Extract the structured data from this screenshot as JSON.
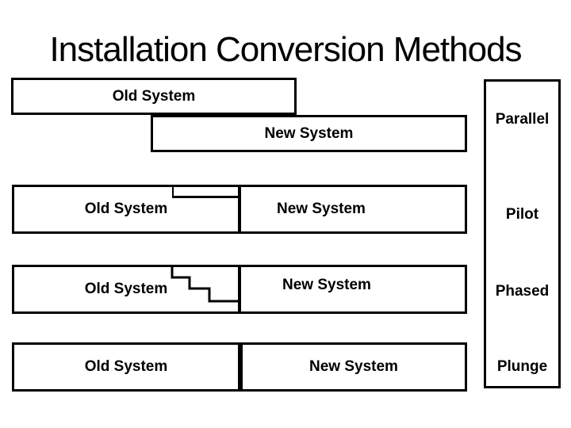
{
  "title": "Installation Conversion Methods",
  "labels": {
    "old_system": "Old System",
    "new_system": "New System"
  },
  "methods": [
    "Parallel",
    "Pilot",
    "Phased",
    "Plunge"
  ],
  "colors": {
    "ink": "#000000",
    "background": "#ffffff"
  }
}
